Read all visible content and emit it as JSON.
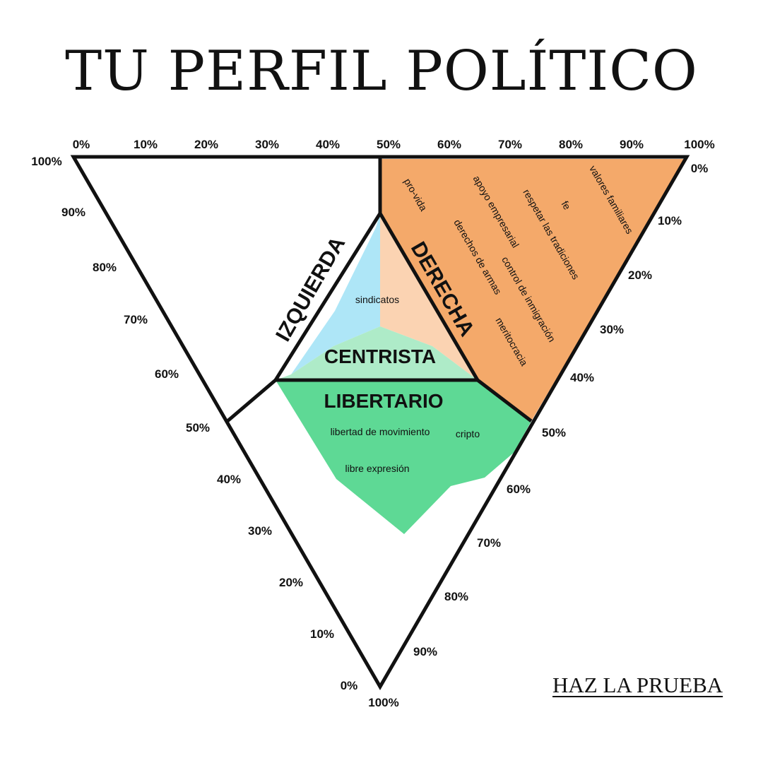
{
  "title": "TU PERFIL POLÍTICO",
  "cta_label": "HAZ LA PRUEBA",
  "colors": {
    "derecha": "#F4A96A",
    "derecha_light": "#FBD3B2",
    "izquierda": "#AEE6F7",
    "centrista": "#AEEBC8",
    "libertario": "#5ED995",
    "outline": "#111111"
  },
  "axes": {
    "top": [
      "0%",
      "10%",
      "20%",
      "30%",
      "40%",
      "50%",
      "60%",
      "70%",
      "80%",
      "90%",
      "100%"
    ],
    "left": [
      "100%",
      "90%",
      "80%",
      "70%",
      "60%",
      "50%",
      "40%",
      "30%",
      "20%",
      "10%",
      "0%"
    ],
    "right": [
      "0%",
      "10%",
      "20%",
      "30%",
      "40%",
      "50%",
      "60%",
      "70%",
      "80%",
      "90%",
      "100%"
    ]
  },
  "zones": {
    "izquierda": "IZQUIERDA",
    "derecha": "DERECHA",
    "centrista": "CENTRISTA",
    "libertario": "LIBERTARIO"
  },
  "items": {
    "sindicatos": "sindicatos",
    "pro_vida": "pro-vida",
    "apoyo_empresarial": "apoyo empresarial",
    "respetar_tradiciones": "respetar las tradiciones",
    "fe": "fe",
    "valores_familiares": "valores familiares",
    "derechos_armas": "derechos de armas",
    "control_inmigracion": "control de inmigración",
    "meritocracia": "meritocracia",
    "libertad_movimiento": "libertad de movimiento",
    "cripto": "cripto",
    "libre_expresion": "libre expresión"
  }
}
